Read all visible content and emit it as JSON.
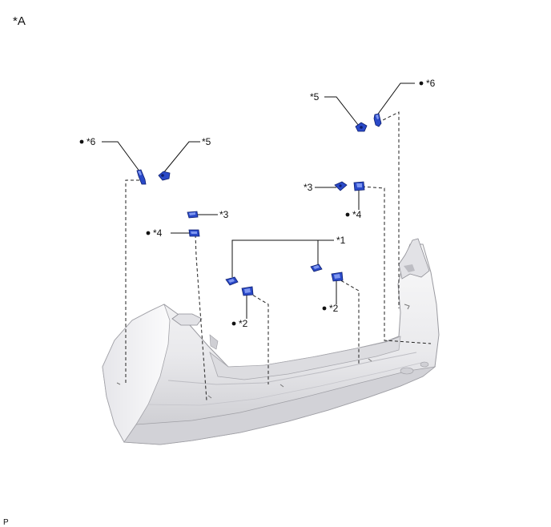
{
  "view_label": "*A",
  "footer_code": "P",
  "callouts": {
    "c1": "*1",
    "c2": "*2",
    "c3": "*3",
    "c4": "*4",
    "c5": "*5",
    "c6": "*6"
  },
  "colors": {
    "part_fill": "#2a49c8",
    "bumper_light": "#f4f4f5",
    "bumper_shadow": "#c9c9cd"
  }
}
